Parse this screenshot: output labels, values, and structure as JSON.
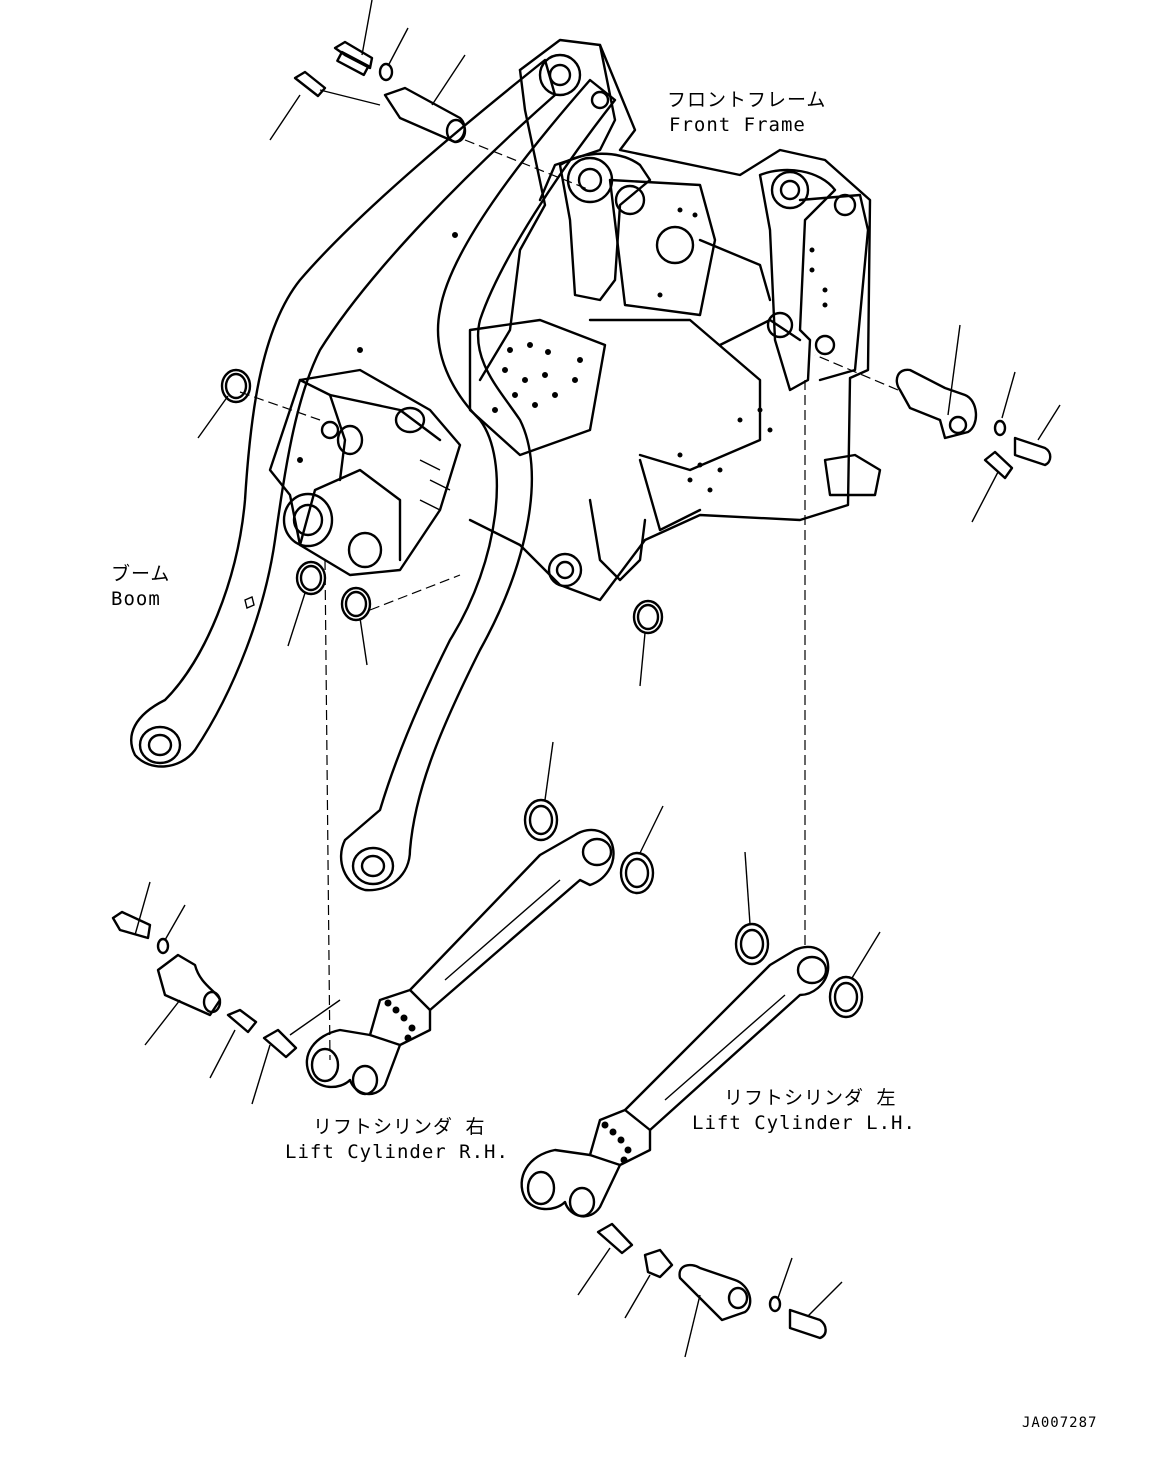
{
  "labels": {
    "front_frame_jp": "フロントフレーム",
    "front_frame_en": "Front Frame",
    "boom_jp": "ブーム",
    "boom_en": "Boom",
    "lift_rh_jp": "リフトシリンダ 右",
    "lift_rh_en": "Lift Cylinder R.H.",
    "lift_lh_jp": "リフトシリンダ 左",
    "lift_lh_en": "Lift Cylinder L.H.",
    "drawing_code": "JA007287"
  }
}
